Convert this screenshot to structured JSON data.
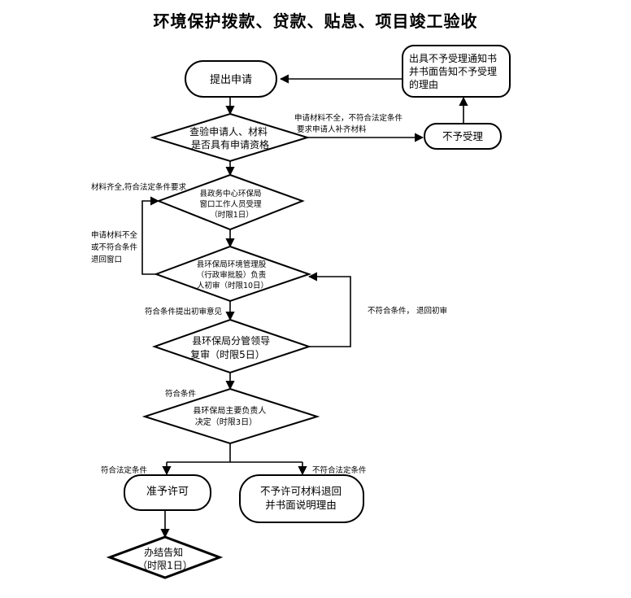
{
  "title": "环境保护拨款、贷款、贴息、项目竣工验收",
  "nodes": {
    "apply": "提出申请",
    "notice": [
      "出具不予受理通知书",
      "并书面告知不予受理",
      "的理由"
    ],
    "reject_accept": "不予受理",
    "check": [
      "查验申请人、材料",
      "是否具有申请资格"
    ],
    "window": [
      "县政务中心环保局",
      "窗口工作人员受理",
      "（时限1日）"
    ],
    "first_review": [
      "县环保局环境管理股",
      "（行政审批股）负责",
      "人初审（时限10日）"
    ],
    "second_review": [
      "县环保局分管领导",
      "复审（时限5日）"
    ],
    "decision": [
      "县环保局主要负责人",
      "决定（时限3日）"
    ],
    "approve": "准予许可",
    "deny": [
      "不予许可材料退回",
      "并书面说明理由"
    ],
    "finish": [
      "办结告知",
      "（时限1日）"
    ]
  },
  "labels": {
    "incomplete_to_reject": [
      "申请材料不全，不符合法定条件",
      "要求申请人补齐材料"
    ],
    "complete": "材料齐全,符合法定条件要求",
    "return_window": [
      "申请材料不全",
      "或不符合条件",
      "退回窗口"
    ],
    "meets_first": "符合条件提出初审意见",
    "not_meet_return": "不符合条件，   退回初审",
    "meets_condition": "符合条件",
    "legal_ok": "符合法定条件",
    "legal_not_ok": "不符合法定条件"
  }
}
